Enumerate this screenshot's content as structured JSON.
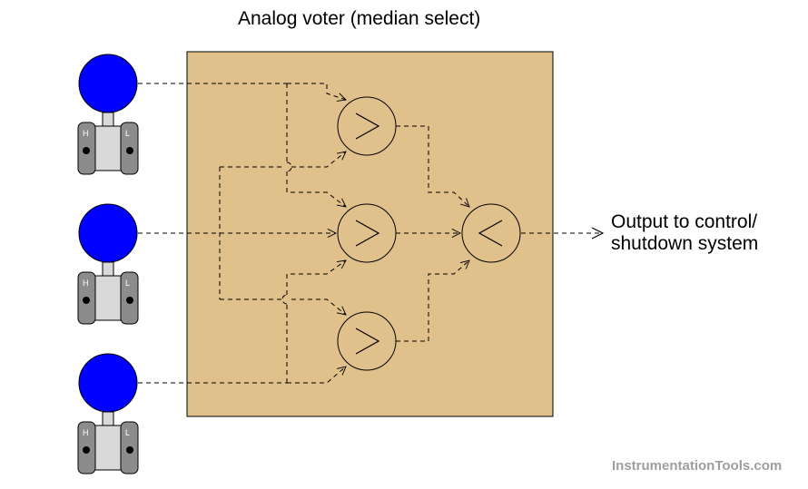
{
  "title": "Analog voter (median select)",
  "output_label": {
    "line1": "Output to control/",
    "line2": "shutdown system"
  },
  "watermark": "InstrumentationTools.com",
  "transmitters": [
    {
      "high_port": "H",
      "low_port": "L"
    },
    {
      "high_port": "H",
      "low_port": "L"
    },
    {
      "high_port": "H",
      "low_port": "L"
    }
  ],
  "comparators": {
    "high_select_symbol": ">",
    "low_select_symbol": "<"
  },
  "colors": {
    "voter_box": "#e0c08b",
    "transmitter_head": "#0000ff",
    "transmitter_body": "#d9d9d9",
    "transmitter_flange": "#8c8c8c",
    "watermark": "#9e9e9e"
  }
}
